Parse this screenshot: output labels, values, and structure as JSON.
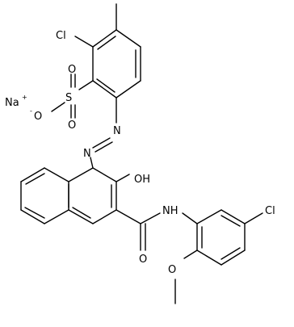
{
  "molecule": {
    "labels": {
      "cl_top": "Cl",
      "na": "Na",
      "na_charge": "+",
      "o_minus": "O",
      "o_minus_charge": "-",
      "s": "S",
      "o_top": "O",
      "o_bottom": "O",
      "n_azo_1": "N",
      "n_azo_2": "N",
      "oh": "OH",
      "nh": "NH",
      "o_amide": "O",
      "cl_right": "Cl",
      "o_methoxy": "O"
    },
    "bond_color": "#000000",
    "text_color": "#000000"
  }
}
